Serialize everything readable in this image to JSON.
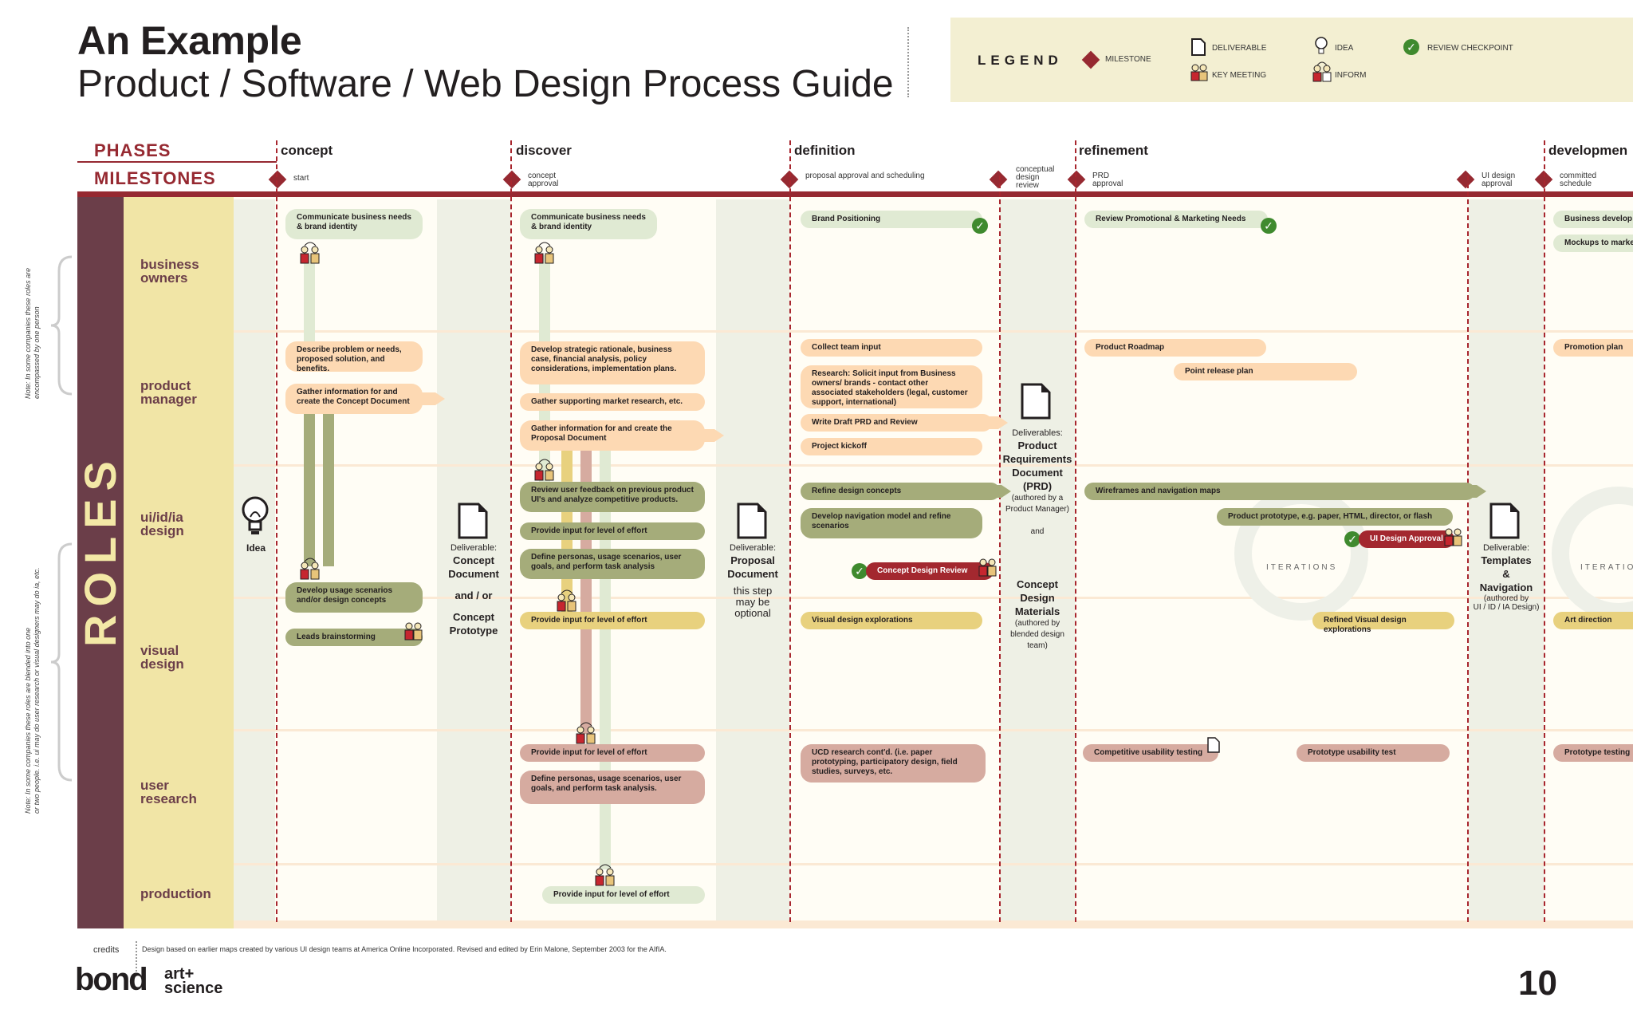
{
  "header": {
    "title_line1": "An Example",
    "title_line2": "Product / Software / Web Design Process Guide"
  },
  "legend": {
    "title": "LEGEND",
    "milestone": "MILESTONE",
    "deliverable": "DELIVERABLE",
    "key_meeting": "KEY MEETING",
    "idea": "IDEA",
    "inform": "INFORM",
    "review_checkpoint": "REVIEW CHECKPOINT"
  },
  "labels": {
    "phases": "PHASES",
    "milestones": "MILESTONES",
    "roles": "ROLES"
  },
  "phases": [
    "concept",
    "discover",
    "definition",
    "refinement",
    "developmen"
  ],
  "milestones": {
    "start": "start",
    "concept_approval": [
      "concept",
      "approval"
    ],
    "proposal": "proposal approval and scheduling",
    "conceptual_review": [
      "conceptual",
      "design",
      "review"
    ],
    "prd_approval": [
      "PRD",
      "approval"
    ],
    "ui_design_approval": [
      "UI design",
      "approval"
    ],
    "committed_schedule": [
      "committed",
      "schedule"
    ]
  },
  "roles": [
    "business owners",
    "product manager",
    "ui/id/ia design",
    "visual design",
    "user research",
    "production"
  ],
  "role_lines": [
    [
      "business",
      "owners"
    ],
    [
      "product",
      "manager"
    ],
    [
      "ui/id/ia",
      "design"
    ],
    [
      "visual",
      "design"
    ],
    [
      "user",
      "research"
    ],
    [
      "production"
    ]
  ],
  "notes": {
    "left_top": [
      "Note: In some companies these roles are",
      "encompassed by one person"
    ],
    "left_bottom": [
      "Note: In some companies these roles are  blended into one",
      "or two people. i.e. ui may do user research or visual designers may do ia, etc."
    ]
  },
  "tasks": {
    "concept_bo": "Communicate business needs & brand identity",
    "concept_pm1": "Describe problem or needs, proposed solution, and benefits.",
    "concept_pm2": "Gather information for and create the Concept Document",
    "concept_ui1": "Develop usage scenarios and/or design concepts",
    "concept_ui2": "Leads brainstorming",
    "discover_bo": "Communicate business needs & brand identity",
    "discover_pm1": "Develop strategic rationale, business case, financial analysis, policy considerations, implementation plans.",
    "discover_pm2": "Gather supporting market research, etc.",
    "discover_pm3": "Gather information for and create the Proposal Document",
    "discover_ui1": "Review user feedback on previous product UI's and analyze competitive products.",
    "discover_ui2": "Provide input for level of effort",
    "discover_ui3": "Define personas, usage scenarios, user goals, and perform task analysis",
    "discover_vd": "Provide input for level of effort",
    "discover_ur1": "Provide input for level of effort",
    "discover_ur2": "Define personas, usage scenarios, user goals, and perform task analysis.",
    "discover_prod": "Provide input for level of effort",
    "def_bo": "Brand Positioning",
    "def_pm1": "Collect team input",
    "def_pm2": "Research: Solicit input from Business owners/ brands - contact other associated stakeholders (legal, customer support, international)",
    "def_pm3": "Write Draft PRD and Review",
    "def_pm4": "Project kickoff",
    "def_ui1": "Refine design concepts",
    "def_ui2": "Develop navigation model and refine scenarios",
    "def_ui3": "Concept Design Review",
    "def_vd": "Visual design explorations",
    "def_ur": "UCD research cont'd. (i.e. paper prototyping, participatory design, field studies, surveys, etc.",
    "ref_bo": "Review Promotional & Marketing Needs",
    "ref_pm1": "Product Roadmap",
    "ref_pm2": "Point release plan",
    "ref_ui1": "Wireframes and navigation maps",
    "ref_ui2": "Product prototype, e.g. paper, HTML, director, or flash",
    "ref_ui3": "UI Design Approval",
    "ref_vd": "Refined Visual design explorations",
    "ref_ur1": "Competitive usability testing",
    "ref_ur2": "Prototype usability test",
    "dev_bo1": "Business develop",
    "dev_bo2": "Mockups to marke",
    "dev_pm": "Promotion plan",
    "dev_vd": "Art direction",
    "dev_ur": "Prototype testing"
  },
  "deliverables": {
    "idea": "Idea",
    "concept": {
      "label": "Deliverable:",
      "l1": "Concept",
      "l2": "Document",
      "and": "and / or",
      "l3": "Concept",
      "l4": "Prototype"
    },
    "proposal": {
      "label": "Deliverable:",
      "l1": "Proposal",
      "l2": "Document",
      "note": [
        "this step",
        "may be",
        "optional"
      ]
    },
    "prd": {
      "label": "Deliverables:",
      "l1": "Product",
      "l2": "Requirements",
      "l3": "Document",
      "l4": "(PRD)",
      "by": [
        "(authored by a",
        "Product Manager)"
      ],
      "and": "and",
      "m1": "Concept",
      "m2": "Design",
      "m3": "Materials",
      "mby": [
        "(authored by",
        "blended design",
        "team)"
      ]
    },
    "templates": {
      "label": "Deliverable:",
      "l1": "Templates",
      "l2": "&",
      "l3": "Navigation",
      "by": [
        "(authored by",
        "UI / ID / IA Design)"
      ]
    }
  },
  "iterations": "ITERATIONS",
  "iterations_cut": "ITERATIO",
  "footer": {
    "credits": "credits",
    "text": "Design based on earlier maps created by various UI design teams at America Online Incorporated. Revised and edited by Erin Malone, September 2003 for the AIfIA.",
    "logo_main": "bond",
    "logo_art": "art+",
    "logo_science": "science",
    "page_number": "10"
  },
  "colors": {
    "maroon": "#962931",
    "roles_bg": "#6b3e49",
    "role_labels_bg": "#f1e5a6",
    "legend_bg": "#f3efd2",
    "check": "#3f8a2e"
  }
}
